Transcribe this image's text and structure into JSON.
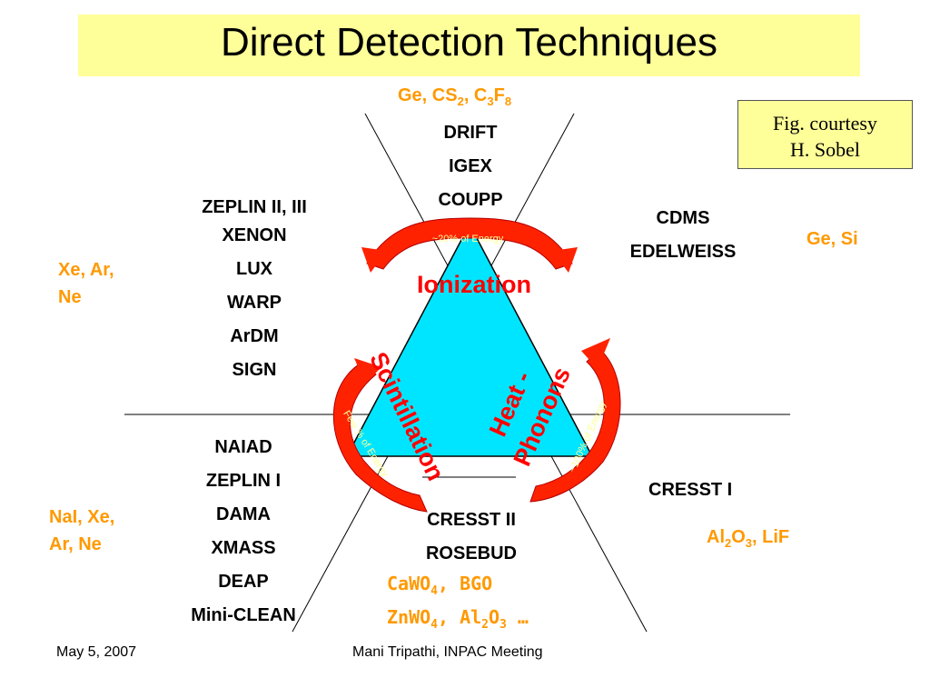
{
  "title": "Direct Detection Techniques",
  "courtesy": {
    "line1": "Fig. courtesy",
    "line2": "H. Sobel"
  },
  "center": {
    "ionization": "Ionization",
    "scintillation": "Scintillation",
    "heat_line1": "Heat -",
    "heat_line2": "Phonons",
    "ion_energy": "~20% of Energy",
    "scint_energy": "Few % of Energy",
    "heat_energy": "~100% of Energy"
  },
  "top": {
    "materials": {
      "ge": "Ge, CS",
      "sub1": "2",
      "c": ", C",
      "sub2": "3",
      "f": "F",
      "sub3": "8"
    },
    "experiments": [
      "DRIFT",
      "IGEX",
      "COUPP"
    ]
  },
  "upper_left": {
    "experiments": [
      "ZEPLIN II, III",
      "XENON",
      "LUX",
      "WARP",
      "ArDM",
      "SIGN"
    ],
    "materials_line1": "Xe, Ar,",
    "materials_line2": "Ne"
  },
  "upper_right": {
    "experiments": [
      "CDMS",
      "EDELWEISS"
    ],
    "materials": "Ge, Si"
  },
  "lower_left": {
    "experiments": [
      "NAIAD",
      "ZEPLIN I",
      "DAMA",
      "XMASS",
      "DEAP",
      "Mini-CLEAN"
    ],
    "materials_line1": "NaI, Xe,",
    "materials_line2": "Ar, Ne"
  },
  "lower_right": {
    "experiment": "CRESST I",
    "materials": {
      "a": "Al",
      "s1": "2",
      "b": "O",
      "s2": "3",
      "c": ", LiF"
    }
  },
  "bottom": {
    "experiments": [
      "CRESST II",
      "ROSEBUD"
    ],
    "line1": {
      "a": "CaWO",
      "s1": "4",
      "b": ", BGO"
    },
    "line2": {
      "a": "ZnWO",
      "s1": "4",
      "b": ", Al",
      "s2": "2",
      "c": "O",
      "s3": "3",
      "d": " …"
    }
  },
  "footer": {
    "date": "May 5, 2007",
    "meeting": "Mani Tripathi, INPAC Meeting"
  },
  "colors": {
    "triangle": "#00e5ff",
    "arc": "#ff2200",
    "label_red": "#ff0000",
    "orange": "#ff9900",
    "title_bg": "#ffff99"
  }
}
